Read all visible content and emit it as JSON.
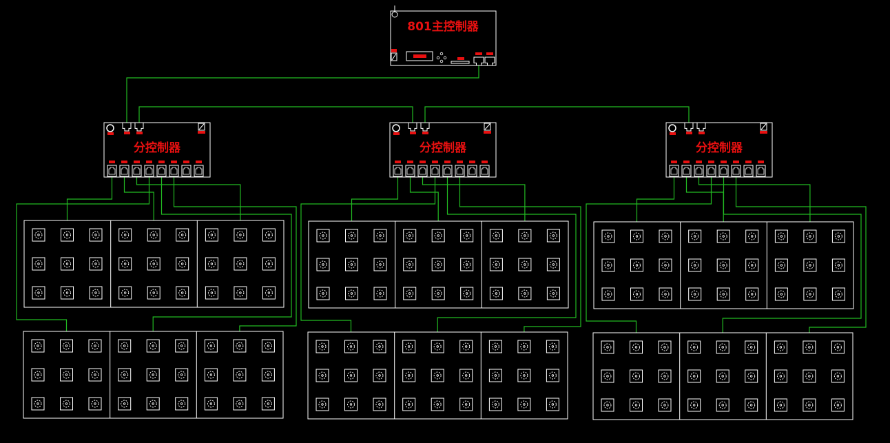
{
  "main_controller": {
    "label": "801主控制器"
  },
  "sub_controllers": [
    {
      "label": "分控制器"
    },
    {
      "label": "分控制器"
    },
    {
      "label": "分控制器"
    }
  ],
  "colors": {
    "background": "#000000",
    "outline": "#ffffff",
    "wire": "#22bb22",
    "label": "#e81010"
  },
  "icons": {
    "antenna": "antenna-icon",
    "power_switch": "power-switch-icon",
    "network_port": "rj45-port-icon",
    "led_module": "led-module-icon"
  }
}
